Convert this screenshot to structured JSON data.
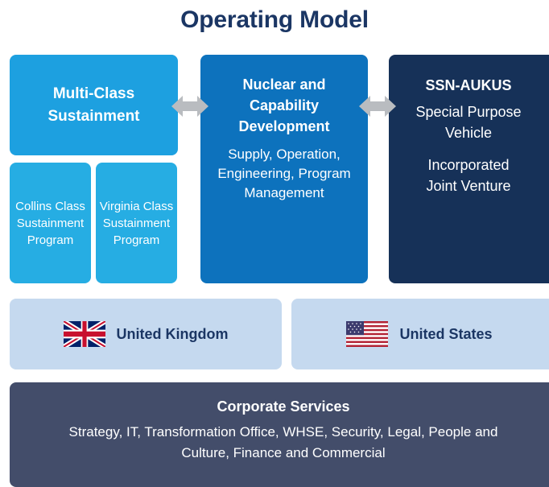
{
  "title": "Operating Model",
  "multi_class": {
    "title": "Multi-Class Sustainment",
    "collins": "Collins Class Sustainment Program",
    "virginia": "Virginia Class Sustainment Program"
  },
  "nuclear": {
    "title": "Nuclear and Capability Development",
    "description": "Supply, Operation, Engineering, Program Management"
  },
  "ssn": {
    "title": "SSN-AUKUS",
    "line1": "Special Purpose Vehicle",
    "line2": "Incorporated Joint Venture"
  },
  "countries": {
    "uk": "United Kingdom",
    "us": "United States"
  },
  "corporate": {
    "title": "Corporate Services",
    "description": "Strategy, IT, Transformation Office, WHSE, Security, Legal, People and Culture, Finance and Commercial"
  },
  "colors": {
    "title": "#1b3664",
    "multi_class": "#1da0e0",
    "sub_programs": "#26ade3",
    "nuclear": "#0d72bd",
    "ssn": "#163158",
    "country_panels": "#c5d9ef",
    "corporate": "#434d6a",
    "arrows": "#b9bcc0"
  },
  "icons": {
    "arrow": "double-arrow-icon",
    "uk": "uk-flag-icon",
    "us": "us-flag-icon"
  }
}
